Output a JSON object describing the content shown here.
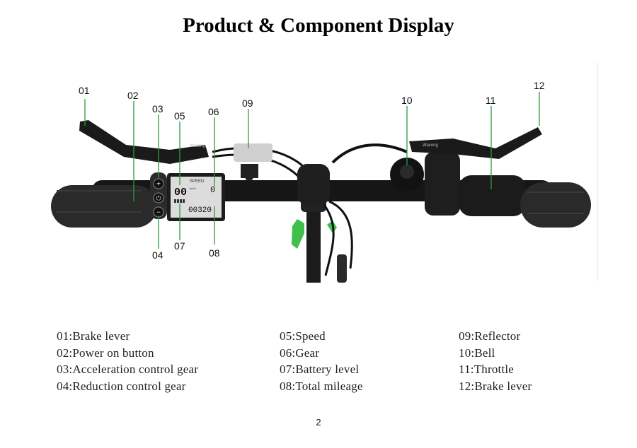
{
  "page": {
    "title": "Product & Component Display",
    "page_number": "2"
  },
  "display_screen": {
    "speed_label": "SPEED",
    "speed_value": "00",
    "speed_unit": "km/h",
    "gear_value": "0",
    "mileage_value": "00320"
  },
  "brand_logo_text": "Wacong",
  "callouts": [
    "01",
    "02",
    "03",
    "04",
    "05",
    "06",
    "07",
    "08",
    "09",
    "10",
    "11",
    "12"
  ],
  "legend": {
    "col1": [
      "01:Brake lever",
      "02:Power on button",
      "03:Acceleration control gear",
      "04:Reduction control gear"
    ],
    "col2": [
      "05:Speed",
      "06:Gear",
      "07:Battery level",
      "08:Total mileage"
    ],
    "col3": [
      "09:Reflector",
      "10:Bell",
      "11:Throttle",
      "12:Brake lever"
    ]
  },
  "colors": {
    "callout_line": "#2e9a3a",
    "clamp_green": "#3fbf4b",
    "grip_dark": "#2a2a2a"
  }
}
